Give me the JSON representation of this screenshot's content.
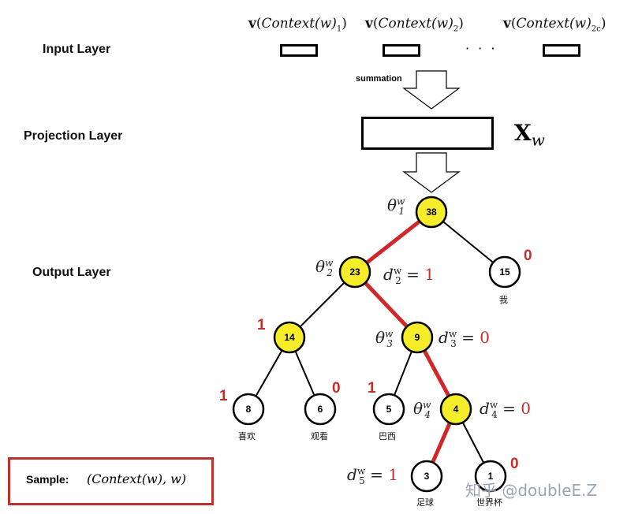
{
  "layers": {
    "input": "Input  Layer",
    "projection": "Projection  Layer",
    "output": "Output Layer"
  },
  "context_labels": [
    {
      "v": "v",
      "open": "(",
      "name": "Context",
      "arg": "(w)",
      "sub": "1",
      "close": ")"
    },
    {
      "v": "v",
      "open": "(",
      "name": "Context",
      "arg": "(w)",
      "sub": "2",
      "close": ")"
    },
    {
      "v": "v",
      "open": "(",
      "name": "Context",
      "arg": "(w)",
      "sub": "2c",
      "close": ")"
    }
  ],
  "ellipsis": "· · ·",
  "summation_label": "summation",
  "projection_symbol": {
    "base": "X",
    "sub": "w"
  },
  "nodes": [
    {
      "id": "n38",
      "label": "38",
      "internal": true
    },
    {
      "id": "n23",
      "label": "23",
      "internal": true
    },
    {
      "id": "n15",
      "label": "15",
      "internal": false
    },
    {
      "id": "n14",
      "label": "14",
      "internal": true
    },
    {
      "id": "n9",
      "label": "9",
      "internal": true
    },
    {
      "id": "n8",
      "label": "8",
      "internal": false
    },
    {
      "id": "n6",
      "label": "6",
      "internal": false
    },
    {
      "id": "n5",
      "label": "5",
      "internal": false
    },
    {
      "id": "n4",
      "label": "4",
      "internal": true
    },
    {
      "id": "n3",
      "label": "3",
      "internal": false
    },
    {
      "id": "n1",
      "label": "1",
      "internal": false
    }
  ],
  "edges": [
    {
      "from": "n38",
      "to": "n23",
      "path": true
    },
    {
      "from": "n38",
      "to": "n15",
      "path": false
    },
    {
      "from": "n23",
      "to": "n14",
      "path": false
    },
    {
      "from": "n23",
      "to": "n9",
      "path": true
    },
    {
      "from": "n14",
      "to": "n8",
      "path": false
    },
    {
      "from": "n14",
      "to": "n6",
      "path": false
    },
    {
      "from": "n9",
      "to": "n5",
      "path": false
    },
    {
      "from": "n9",
      "to": "n4",
      "path": true
    },
    {
      "from": "n4",
      "to": "n3",
      "path": true
    },
    {
      "from": "n4",
      "to": "n1",
      "path": false
    }
  ],
  "thetas": [
    {
      "base": "θ",
      "sup": "w",
      "sub": "1"
    },
    {
      "base": "θ",
      "sup": "w",
      "sub": "2"
    },
    {
      "base": "θ",
      "sup": "w",
      "sub": "3"
    },
    {
      "base": "θ",
      "sup": "w",
      "sub": "4"
    }
  ],
  "d_labels": [
    {
      "base": "d",
      "sup": "w",
      "sub": "2",
      "eq": " = ",
      "value": "1"
    },
    {
      "base": "d",
      "sup": "w",
      "sub": "3",
      "eq": " = ",
      "value": "0"
    },
    {
      "base": "d",
      "sup": "w",
      "sub": "4",
      "eq": " = ",
      "value": "0"
    },
    {
      "base": "d",
      "sup": "w",
      "sub": "5",
      "eq": " = ",
      "value": "1"
    }
  ],
  "branch_codes": {
    "n15": "0",
    "n14": "1",
    "n8": "1",
    "n6": "0",
    "n5": "1",
    "n1": "0"
  },
  "words": {
    "n15": "我",
    "n8": "喜欢",
    "n6": "观看",
    "n5": "巴西",
    "n3": "足球",
    "n1": "世界杯"
  },
  "sample": {
    "label": "Sample:",
    "math": "(Context(w), w)"
  },
  "watermark": "知乎 @doubleE.Z",
  "colors": {
    "path": "#d0282a",
    "code": "#c0302a",
    "internal_fill": "#f5ec2a",
    "leaf_fill": "#ffffff",
    "sample_border": "#c0302a"
  }
}
